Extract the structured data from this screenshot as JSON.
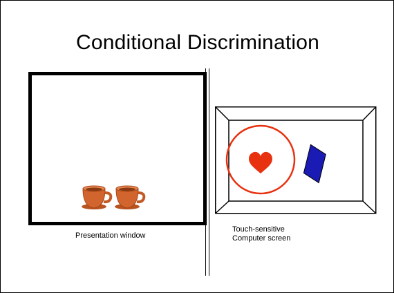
{
  "slide": {
    "title": "Conditional Discrimination"
  },
  "left_panel": {
    "caption": "Presentation window",
    "objects": [
      "orange-cup-icon",
      "orange-cup-icon"
    ],
    "cup_color": "#d2652d"
  },
  "right_panel": {
    "caption_line1": "Touch-sensitive",
    "caption_line2": "Computer screen",
    "stimuli": [
      "heart-icon",
      "parallelogram-icon"
    ],
    "heart_color": "#e8310f",
    "ring_color": "#e8310f",
    "parallelogram_color": "#1a1ab4"
  }
}
